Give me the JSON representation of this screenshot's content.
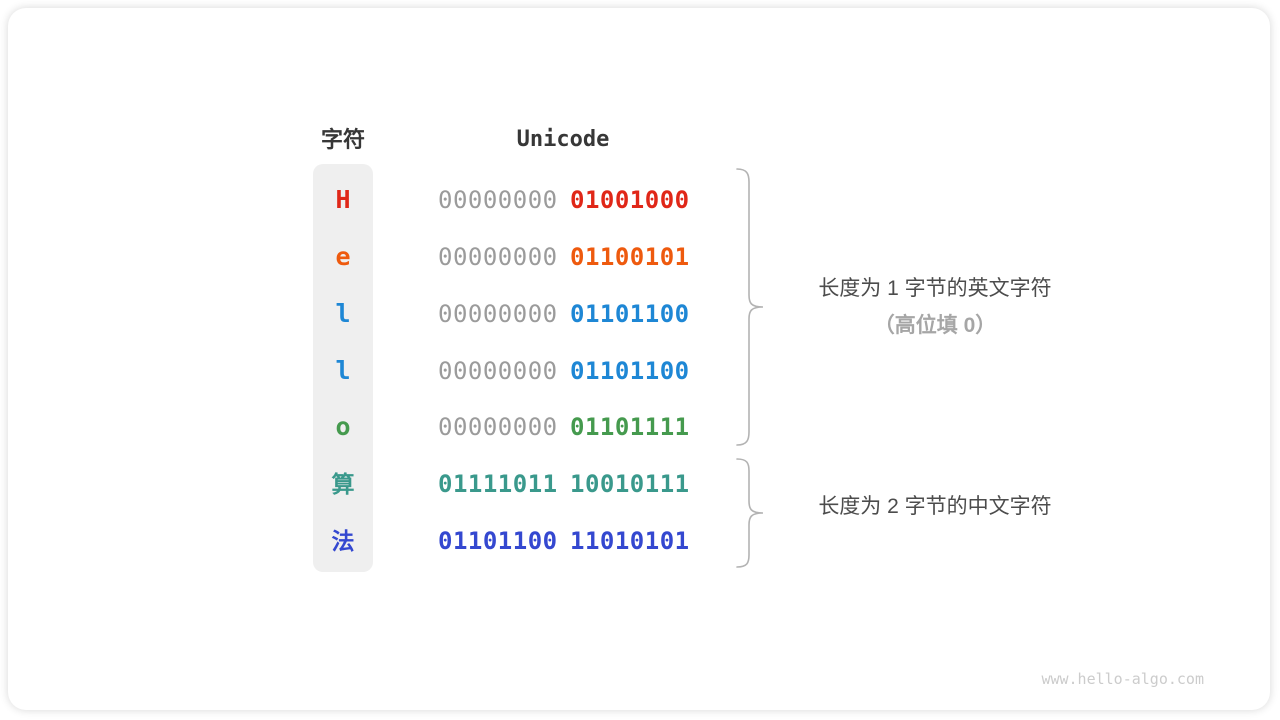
{
  "headers": {
    "char": "字符",
    "unicode": "Unicode"
  },
  "table": {
    "rows": [
      {
        "char": "H",
        "char_color": "#e02718",
        "bytes": [
          {
            "text": "00000000",
            "color": "#9b9b9b",
            "bold": false
          },
          {
            "text": "01001000",
            "color": "#e02718",
            "bold": true
          }
        ]
      },
      {
        "char": "e",
        "char_color": "#ee5a0e",
        "bytes": [
          {
            "text": "00000000",
            "color": "#9b9b9b",
            "bold": false
          },
          {
            "text": "01100101",
            "color": "#ee5a0e",
            "bold": true
          }
        ]
      },
      {
        "char": "l",
        "char_color": "#1e87d5",
        "bytes": [
          {
            "text": "00000000",
            "color": "#9b9b9b",
            "bold": false
          },
          {
            "text": "01101100",
            "color": "#1e87d5",
            "bold": true
          }
        ]
      },
      {
        "char": "l",
        "char_color": "#1e87d5",
        "bytes": [
          {
            "text": "00000000",
            "color": "#9b9b9b",
            "bold": false
          },
          {
            "text": "01101100",
            "color": "#1e87d5",
            "bold": true
          }
        ]
      },
      {
        "char": "o",
        "char_color": "#459a4e",
        "bytes": [
          {
            "text": "00000000",
            "color": "#9b9b9b",
            "bold": false
          },
          {
            "text": "01101111",
            "color": "#459a4e",
            "bold": true
          }
        ]
      },
      {
        "char": "算",
        "char_color": "#3a998c",
        "bytes": [
          {
            "text": "01111011",
            "color": "#3a998c",
            "bold": true
          },
          {
            "text": "10010111",
            "color": "#3a998c",
            "bold": true
          }
        ]
      },
      {
        "char": "法",
        "char_color": "#3448d0",
        "bytes": [
          {
            "text": "01101100",
            "color": "#3448d0",
            "bold": true
          },
          {
            "text": "11010101",
            "color": "#3448d0",
            "bold": true
          }
        ]
      }
    ]
  },
  "annotations": {
    "one_byte": {
      "line1": "长度为 1 字节的英文字符",
      "line2": "（高位填 0）"
    },
    "two_byte": {
      "line1": "长度为 2 字节的中文字符"
    }
  },
  "footer": {
    "watermark": "www.hello-algo.com"
  },
  "colors": {
    "red": "#e02718",
    "orange": "#ee5a0e",
    "blue": "#1e87d5",
    "green": "#459a4e",
    "teal": "#3a998c",
    "indigo": "#3448d0",
    "gray_byte": "#9b9b9b",
    "header_text": "#373737",
    "annotation_primary": "#4c4c4c",
    "annotation_secondary": "#a6a6a6",
    "brace": "#b3b3b3",
    "char_column_bg": "#efefef",
    "watermark": "#cccccc"
  }
}
